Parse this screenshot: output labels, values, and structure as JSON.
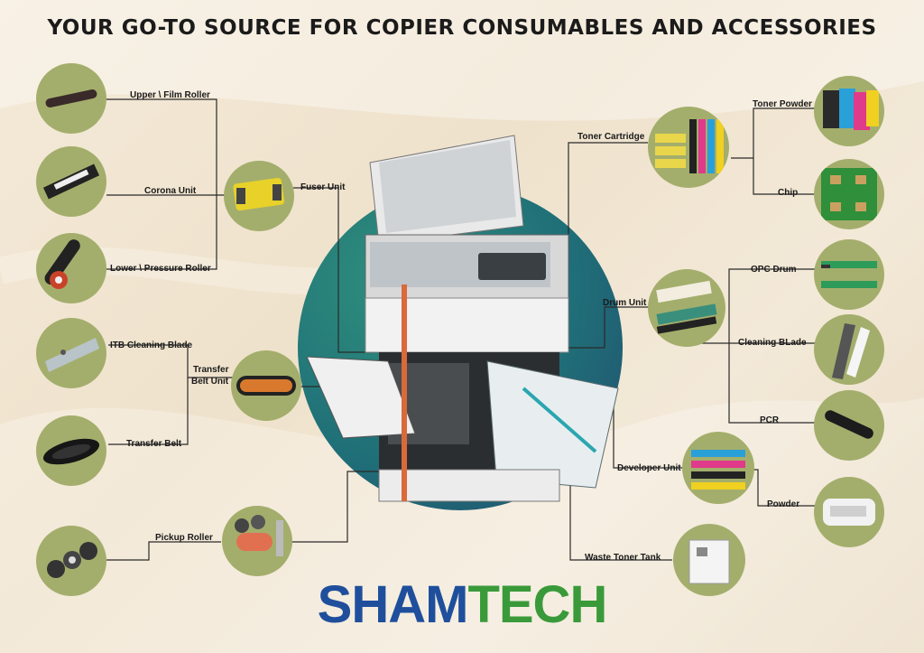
{
  "title": "YOUR GO-TO SOURCE FOR COPIER CONSUMABLES AND ACCESSORIES",
  "labels": {
    "upper_film_roller": "Upper \\ Film Roller",
    "corona_unit": "Corona Unit",
    "lower_pressure_roller": "Lower \\ Pressure Roller",
    "fuser_unit": "Fuser Unit",
    "itb_cleaning_blade": "ITB Cleaning Blade",
    "transfer_belt_unit_1": "Transfer",
    "transfer_belt_unit_2": "Belt Unit",
    "transfer_belt": "Transfer Belt",
    "pickup_roller": "Pickup Roller",
    "toner_cartridge": "Toner Cartridge",
    "toner_powder": "Toner Powder",
    "chip": "Chip",
    "drum_unit": "Drum Unit",
    "opc_drum": "OPC Drum",
    "cleaning_blade": "Cleaning BLade",
    "pcr": "PCR",
    "developer_unit": "Developer  Unit",
    "powder": "Powder",
    "waste_toner_tank": "Waste Toner Tank"
  },
  "logo": {
    "part1": "SHAM",
    "part2": "TECH"
  },
  "colors": {
    "thumb_bg": "#a4ae6c",
    "circle": "#1f6f78",
    "logo_blue": "#1f4f9c",
    "logo_green": "#3a9a3a"
  }
}
